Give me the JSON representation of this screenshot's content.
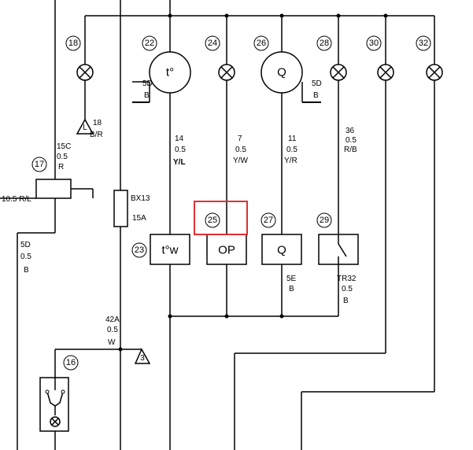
{
  "refs": {
    "r16": "16",
    "r17": "17",
    "r18": "18",
    "r22": "22",
    "r23": "23",
    "r24": "24",
    "r25": "25",
    "r26": "26",
    "r27": "27",
    "r28": "28",
    "r29": "29",
    "r30": "30",
    "r32": "32"
  },
  "wires": {
    "w18": [
      "18",
      "B/R"
    ],
    "w15c": [
      "15C",
      "0.5",
      "R"
    ],
    "w10_5": [
      "10.5 R/L"
    ],
    "w5d_left": [
      "5D",
      "0.5",
      "B"
    ],
    "w5d_22": [
      "5D",
      "B"
    ],
    "w5d_26": [
      "5D",
      "B"
    ],
    "w14": [
      "14",
      "0.5",
      "Y/L"
    ],
    "w7": [
      "7",
      "0.5",
      "Y/W"
    ],
    "w11": [
      "11",
      "0.5",
      "Y/R"
    ],
    "w36": [
      "36",
      "0.5",
      "R/B"
    ],
    "w5e": [
      "5E",
      "B"
    ],
    "wtr32": [
      "TR32",
      "0.5",
      "B"
    ],
    "w42a": [
      "42A",
      "0.5",
      "W"
    ]
  },
  "fuse": {
    "id": "BX13",
    "rating": "15A"
  },
  "components": {
    "gauge_temp": "t°",
    "gauge_fuel": "Q",
    "sender_temp": "t°w",
    "sender_oil": "OP",
    "sender_fuel": "Q"
  },
  "markers": {
    "lamp_l": "L",
    "ground_3": "3"
  },
  "highlight_color": "#e03030"
}
